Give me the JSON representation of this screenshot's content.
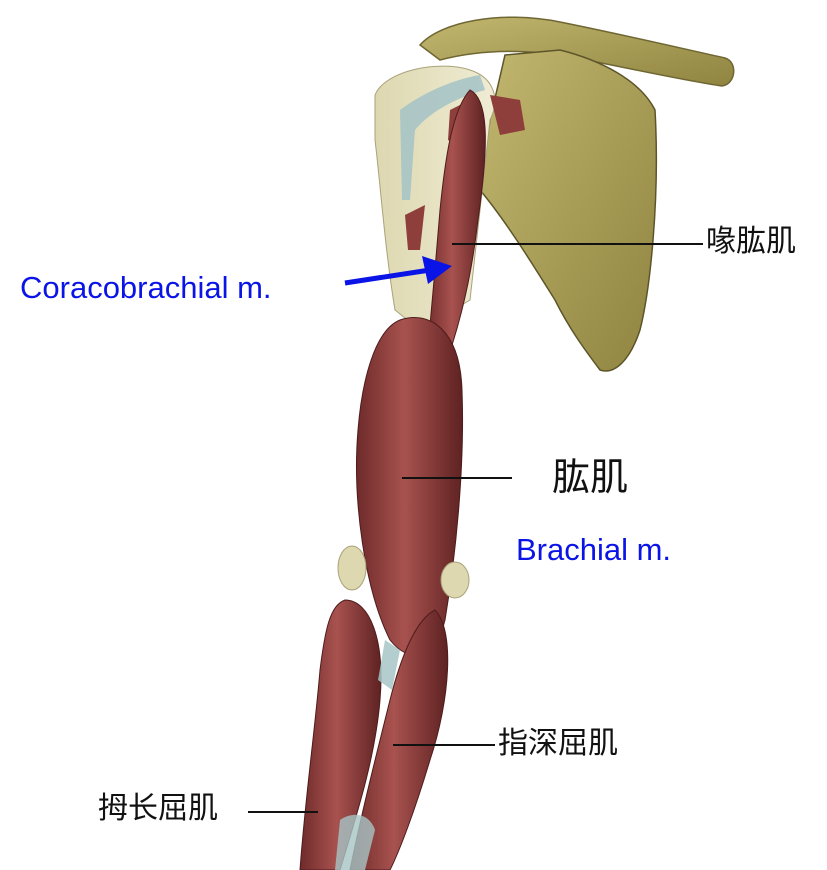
{
  "colors": {
    "label_blue": "#0a14e6",
    "label_black": "#111111",
    "muscle": "#9b4a47",
    "bone": "#a69a57",
    "background": "#ffffff"
  },
  "labels": {
    "coracobrachialis_cn": "喙肱肌",
    "coracobrachialis_en": "Coracobrachial m.",
    "brachialis_cn": "肱肌",
    "brachialis_en": "Brachial m.",
    "fdp_cn": "指深屈肌",
    "fpl_cn": "拇长屈肌"
  }
}
